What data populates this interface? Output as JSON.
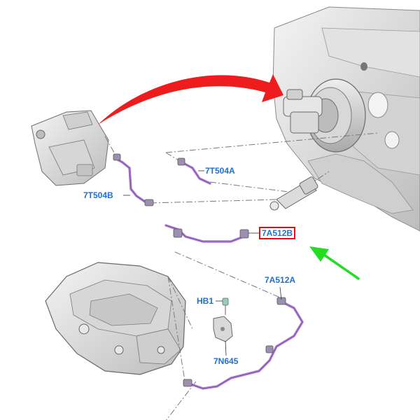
{
  "diagram": {
    "labels": {
      "hose_left": "7T504B",
      "hose_upper": "7T504A",
      "pipe_main": "7A512B",
      "pipe_lower": "7A512A",
      "bolt": "HB1",
      "bracket": "7N645"
    },
    "highlighted_part": "7A512B",
    "colors": {
      "label_text": "#1f6fd1",
      "highlight_box": "#e01010",
      "pipe_purple": "#b07ed8",
      "big_arrow_red": "#ee1c1c",
      "pointer_arrow_green": "#22dd22",
      "leader_dash": "#7a7a7a"
    }
  }
}
